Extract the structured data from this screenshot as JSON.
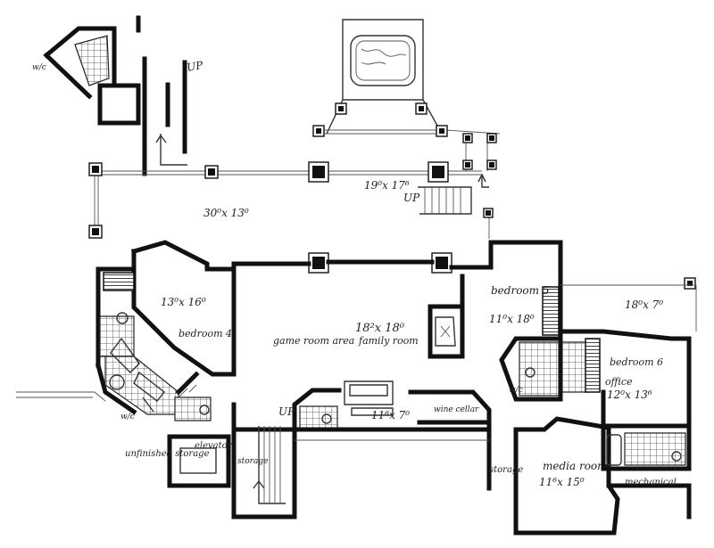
{
  "labels": {
    "game_room": "game room area",
    "family_room_dims": "18²x 18⁰",
    "family_room": "family room",
    "deck_dims": "30⁰x 13⁰",
    "patio_dims": "19⁰x 17⁶",
    "bedroom4_dims": "13⁰x 16⁰",
    "bedroom4": "bedroom 4",
    "bedroom5": "bedroom 5",
    "bedroom5_dims": "11⁰x 18⁰",
    "bedroom6_outdoor_dims": "18⁰x 7⁰",
    "bedroom6": "bedroom 6",
    "office": "office",
    "bedroom6_dims": "12⁰x 13⁶",
    "media_room": "media room",
    "media_room_dims": "11⁶x 15⁰",
    "bar_dims": "11⁶x 7⁰",
    "wine_cellar": "wine cellar",
    "unfinished_storage": "unfinished storage",
    "elevator": "elevator",
    "storage": "storage",
    "storage2": "storage",
    "mechanical": "mechanical",
    "wc1": "w/c",
    "wc2": "w/c",
    "wc3": "w/c",
    "up1": "UP",
    "up2": "UP",
    "up3": "UP",
    "spa": "hot tub"
  }
}
